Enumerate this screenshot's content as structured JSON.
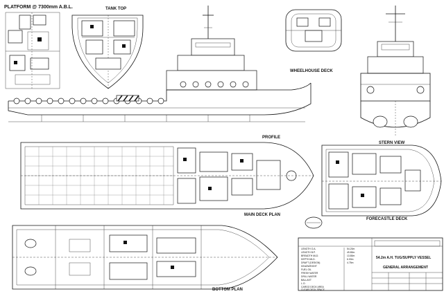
{
  "views": {
    "platform": "PLATFORM @ 7300mm A.B.L.",
    "tank_top": "TANK TOP",
    "wheelhouse": "WHEELHOUSE DECK",
    "profile": "PROFILE",
    "stern_view": "STERN VIEW",
    "main_deck": "MAIN DECK PLAN",
    "forecastle": "FORECASTLE DECK",
    "bottom": "BOTTOM PLAN"
  },
  "title_block": {
    "vessel": "54.2m A.H. TUG/SUPPLY VESSEL",
    "drawing": "GENERAL ARRANGEMENT",
    "particulars": [
      {
        "label": "LENGTH O.A.",
        "value": "54.20m"
      },
      {
        "label": "LENGTH B.P.",
        "value": "49.80m"
      },
      {
        "label": "BREADTH MLD.",
        "value": "13.80m"
      },
      {
        "label": "DEPTH MLD.",
        "value": "6.00m"
      },
      {
        "label": "DRAFT (DESIGN)",
        "value": "4.75m"
      },
      {
        "label": "DEADWEIGHT",
        "value": ""
      },
      {
        "label": "FUEL OIL",
        "value": ""
      },
      {
        "label": "FRESH WATER",
        "value": ""
      },
      {
        "label": "DRILL WATER",
        "value": ""
      },
      {
        "label": "BALLAST",
        "value": ""
      },
      {
        "label": "L.O.",
        "value": ""
      },
      {
        "label": "CARGO DECK AREA",
        "value": ""
      },
      {
        "label": "CLEAR DECK SPACE",
        "value": ""
      }
    ]
  }
}
